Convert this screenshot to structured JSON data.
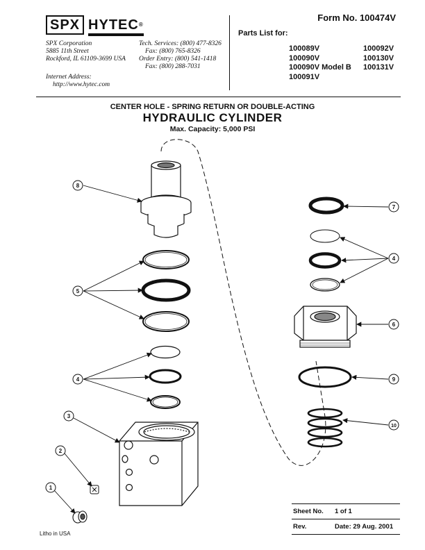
{
  "header": {
    "logo_spx": "SPX",
    "logo_hytec": "HYTEC",
    "logo_reg": "®",
    "address": [
      "SPX Corporation",
      "5885 11th Street",
      "Rockford, IL 61109-3699 USA"
    ],
    "contacts": [
      "Tech. Services: (800) 477-8326",
      "Fax: (800) 765-8326",
      "Order Entry: (800) 541-1418",
      "Fax: (800) 288-7031"
    ],
    "internet_label": "Internet Address:",
    "internet_url": "http://www.hytec.com",
    "form_no": "Form No. 100474V",
    "parts_list_for": "Parts List for:",
    "parts_col1": [
      "100089V",
      "100090V",
      "100090V Model B",
      "100091V"
    ],
    "parts_col2": [
      "100092V",
      "100130V",
      "100131V"
    ]
  },
  "titles": {
    "line1": "CENTER HOLE - SPRING RETURN OR DOUBLE-ACTING",
    "line2": "HYDRAULIC CYLINDER",
    "line3": "Max. Capacity:  5,000 PSI"
  },
  "callouts": [
    "1",
    "2",
    "3",
    "4",
    "5",
    "6",
    "7",
    "8",
    "9",
    "10"
  ],
  "sheet": {
    "sheet_label": "Sheet No.",
    "sheet_value": "1 of 1",
    "rev_label": "Rev.",
    "rev_value": "Date: 29 Aug. 2001"
  },
  "footer": {
    "litho": "Litho in USA"
  }
}
